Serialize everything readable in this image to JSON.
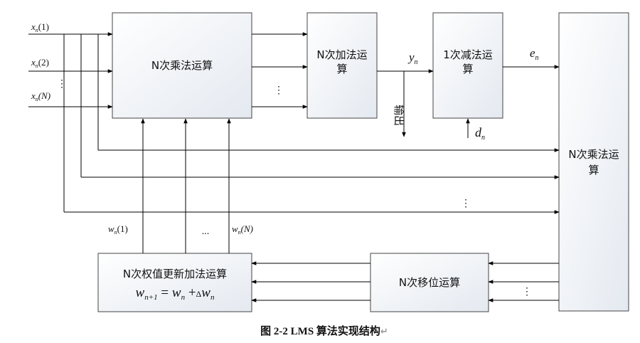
{
  "blocks": {
    "mult1": "N次乘法运算",
    "add1_line1": "N次加法运",
    "add1_line2": "算",
    "sub_line1": "1次减法运",
    "sub_line2": "算",
    "mult2_line1": "N次乘法运",
    "mult2_line2": "算",
    "weight_update": "N次权值更新加法运算",
    "shift": "N次移位运算"
  },
  "signals": {
    "x1": "x",
    "x1_sub": "n",
    "x1_arg": "(1)",
    "x2": "x",
    "x2_sub": "n",
    "x2_arg": "(2)",
    "xN": "x",
    "xN_sub": "n",
    "xN_arg": "(N)",
    "y": "y",
    "y_sub": "n",
    "e": "e",
    "e_sub": "n",
    "d": "d",
    "d_sub": "n",
    "w1": "w",
    "w1_sub": "n",
    "w1_arg": "(1)",
    "wN": "w",
    "wN_sub": "n",
    "wN_arg": "(N)",
    "formula_lhs": "w",
    "formula_lhs_sub": "n+1",
    "formula_eq": " = ",
    "formula_w": "w",
    "formula_w_sub": "n",
    "formula_plus": " +",
    "formula_delta": "Δ",
    "formula_w2": "w",
    "formula_w2_sub": "n",
    "output_label": "输出"
  },
  "dots": {
    "vertical": "⋮",
    "horizontal": "..."
  },
  "caption": "图 2-2 LMS 算法实现结构",
  "return_mark": "↵"
}
